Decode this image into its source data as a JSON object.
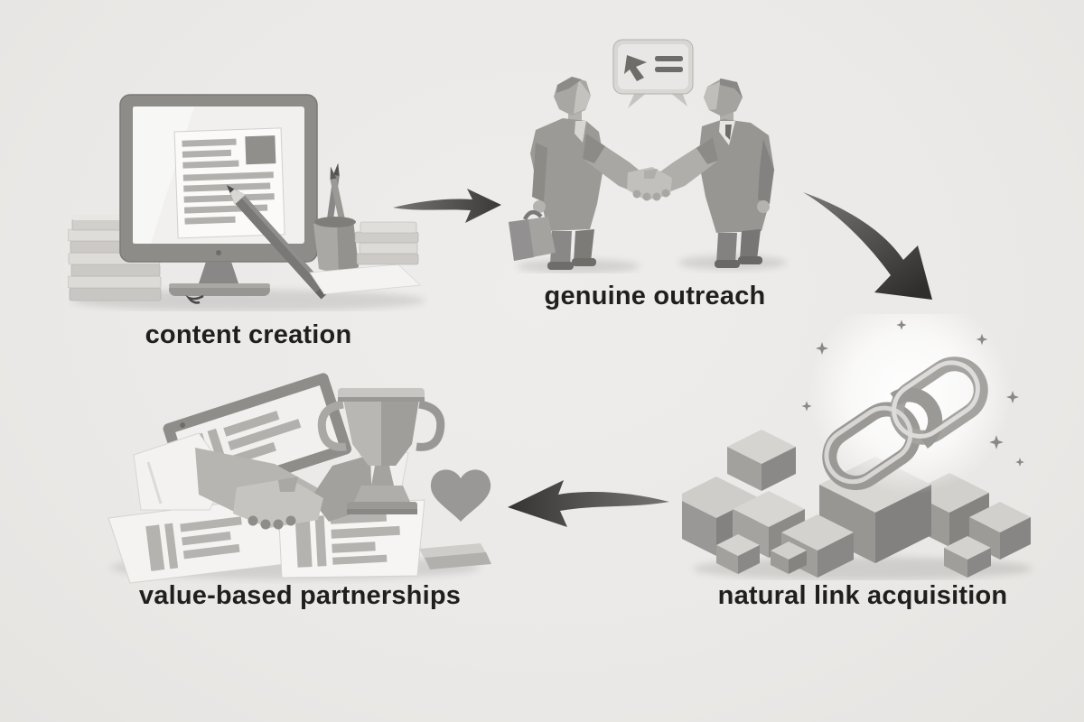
{
  "diagram": {
    "type": "cycle-flow",
    "style": "grayscale low-poly 3d illustration",
    "stages": [
      {
        "id": "content-creation",
        "label": "content creation",
        "icon": "monitor-document-pencil-icon",
        "position": "top-left"
      },
      {
        "id": "genuine-outreach",
        "label": "genuine outreach",
        "icon": "handshake-figures-speech-bubble-icon",
        "position": "top-center"
      },
      {
        "id": "natural-link-acquisition",
        "label": "natural link acquisition",
        "icon": "chain-links-on-cubes-icon",
        "position": "bottom-right"
      },
      {
        "id": "value-based-partnerships",
        "label": "value-based partnerships",
        "icon": "handshake-documents-trophy-heart-icon",
        "position": "bottom-left"
      }
    ],
    "arrows": [
      {
        "from": "content-creation",
        "to": "genuine-outreach",
        "shape": "straight-right"
      },
      {
        "from": "genuine-outreach",
        "to": "natural-link-acquisition",
        "shape": "curved-down-right"
      },
      {
        "from": "natural-link-acquisition",
        "to": "value-based-partnerships",
        "shape": "straight-left"
      }
    ],
    "colors": {
      "background": "#ebe9e7",
      "label_text": "#201f1d",
      "arrow_dark": "#3a3937",
      "arrow_light": "#777573",
      "illustration_light": "#d4d2cf",
      "illustration_mid": "#a8a6a3",
      "illustration_dark": "#7b7977"
    }
  }
}
